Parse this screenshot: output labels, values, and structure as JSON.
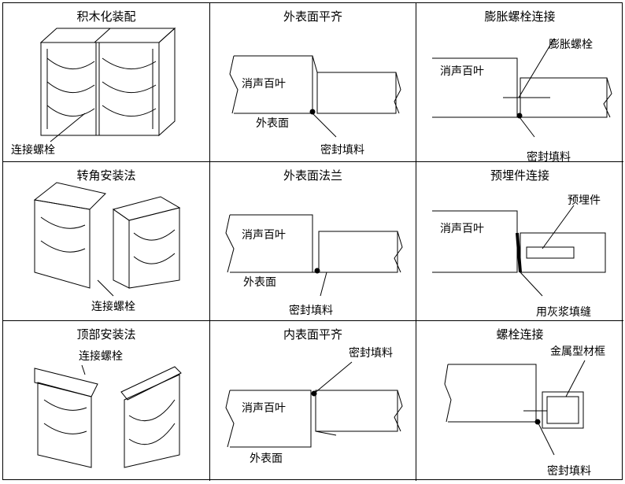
{
  "cells": [
    {
      "title": "积木化装配",
      "labels": [
        "连接螺栓"
      ]
    },
    {
      "title": "外表面平齐",
      "labels": [
        "消声百叶",
        "外表面",
        "密封填料"
      ]
    },
    {
      "title": "膨胀螺栓连接",
      "labels": [
        "消声百叶",
        "膨胀螺栓",
        "密封填料"
      ]
    },
    {
      "title": "转角安装法",
      "labels": [
        "连接螺栓"
      ]
    },
    {
      "title": "外表面法兰",
      "labels": [
        "消声百叶",
        "外表面",
        "密封填料"
      ]
    },
    {
      "title": "预埋件连接",
      "labels": [
        "消声百叶",
        "预埋件",
        "用灰浆填缝"
      ]
    },
    {
      "title": "顶部安装法",
      "labels": [
        "连接螺栓"
      ]
    },
    {
      "title": "内表面平齐",
      "labels": [
        "密封填料",
        "消声百叶",
        "外表面"
      ]
    },
    {
      "title": "螺栓连接",
      "labels": [
        "金属型材框",
        "密封填料"
      ]
    }
  ]
}
